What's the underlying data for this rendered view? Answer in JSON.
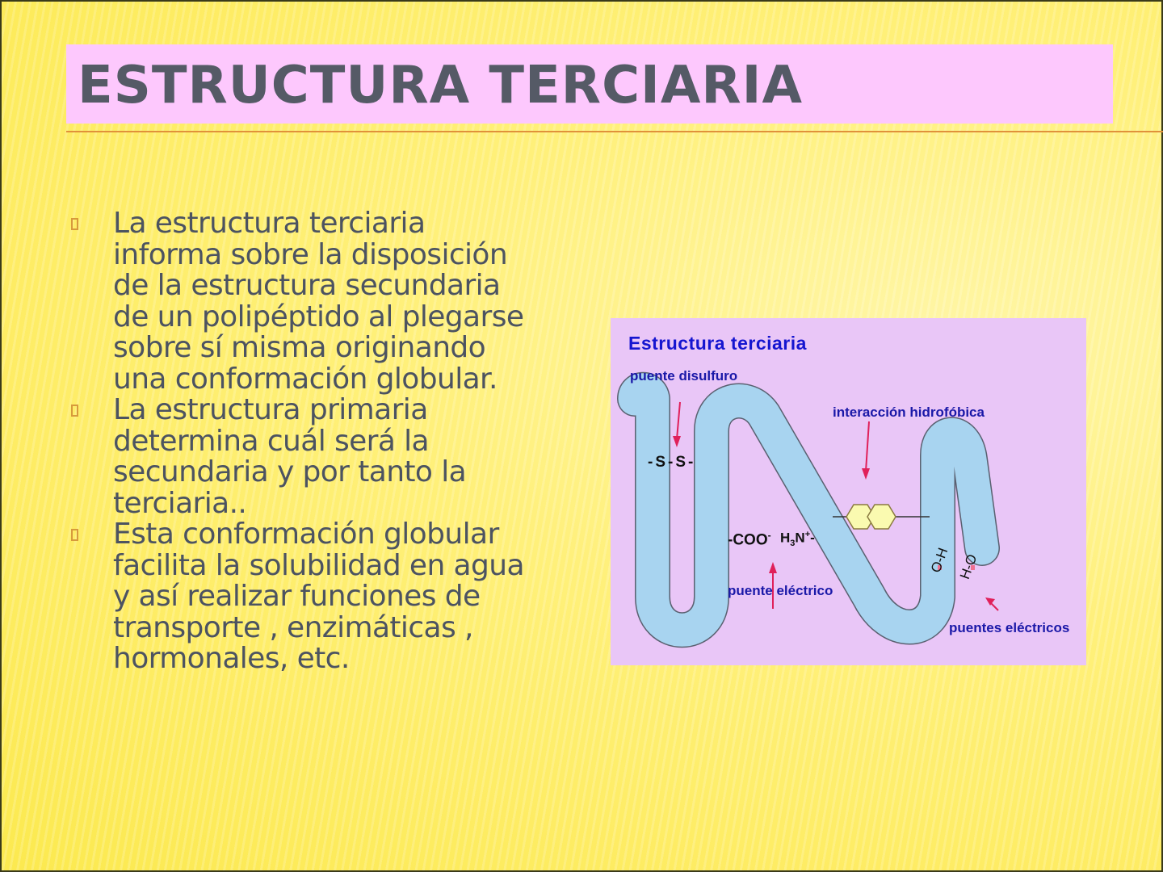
{
  "slide": {
    "title": "ESTRUCTURA TERCIARIA",
    "colors": {
      "background": "#fcea55",
      "title_box": "#fdc8fd",
      "title_text": "#555a66",
      "rule": "#e0913a",
      "body_text": "#4c5361",
      "bullet": "#d79a3c"
    },
    "bullets": [
      {
        "icon": "square-bullet-icon",
        "text": "La estructura terciaria\ninforma sobre la disposición\nde la estructura secundaria\nde un polipéptido al plegarse\nsobre sí misma originando\nuna conformación globular."
      },
      {
        "icon": "square-bullet-icon",
        "text": "La estructura primaria\ndetermina cuál será la\nsecundaria y por tanto la\nterciaria.."
      },
      {
        "icon": "square-bullet-icon",
        "text": "Esta conformación globular\nfacilita la solubilidad en agua\ny así realizar funciones de\ntransporte , enzimáticas ,\nhormonales, etc."
      }
    ]
  },
  "diagram": {
    "title": "Estructura terciaria",
    "labels": {
      "disulfide": "puente disulfuro",
      "hydrophobic": "interacción hidrofóbica",
      "electric_bridge": "puente eléctrico",
      "electric_bridges": "puentes eléctricos"
    },
    "chem": {
      "ss": "-S-S-",
      "coo": "-COO",
      "coo_sup": "-",
      "h3n": "H",
      "h3n_sub": "3",
      "h3n_rest": "N",
      "h3n_sup": "+",
      "h3n_tail": "-"
    },
    "colors": {
      "background": "#e9c6f7",
      "chain": "#a8d4f0",
      "arrow": "#e0205a",
      "label": "#1a18a8",
      "hexagon": "#fafab0"
    }
  }
}
